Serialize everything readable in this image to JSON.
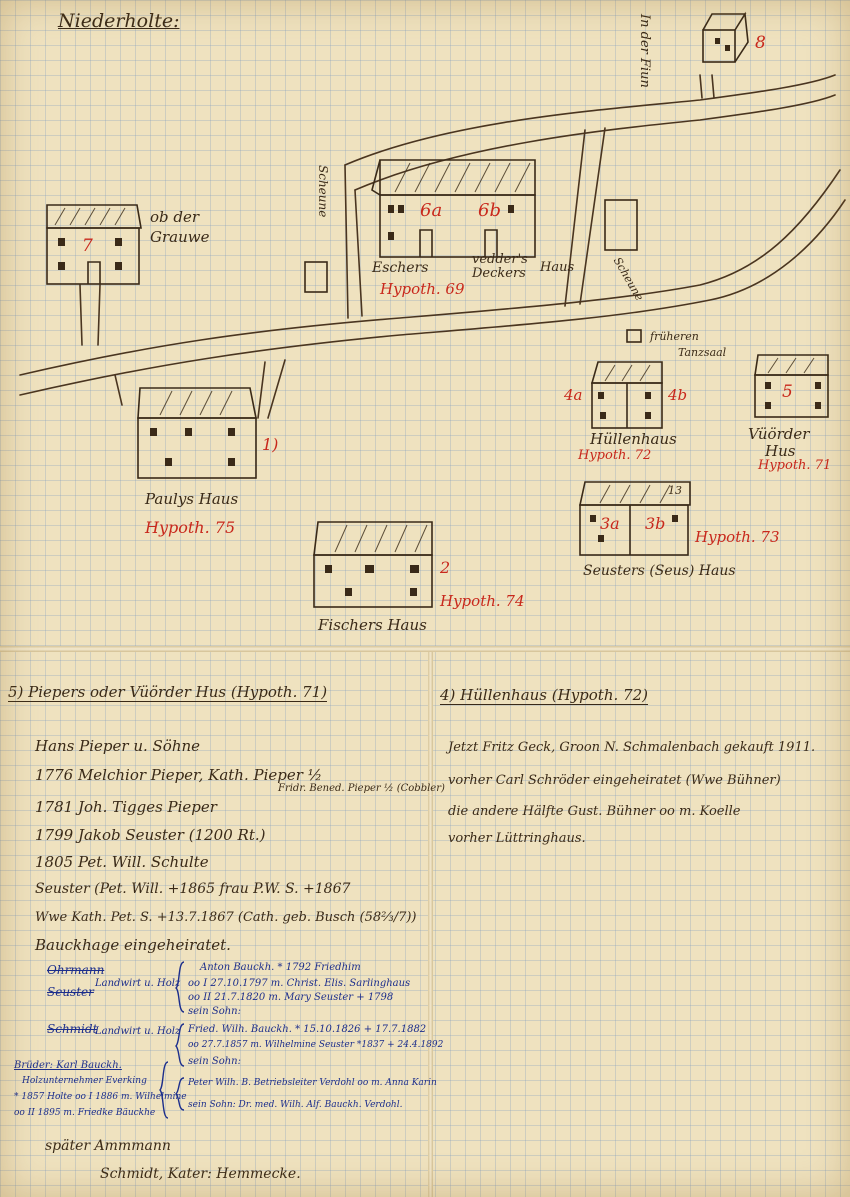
{
  "map": {
    "title": "Niederholte:",
    "labels": {
      "in_der_fiun": "In der Fiun",
      "num_8": "8",
      "ob_der_grauwe_1": "ob der",
      "ob_der_grauwe_2": "Grauwe",
      "num_7": "7",
      "scheune_1": "Scheune",
      "num_6a": "6a",
      "num_6b": "6b",
      "eschers": "Eschers",
      "vedders": "vedder's",
      "deckers": "Deckers",
      "haus_6": "Haus",
      "hypoth_69": "Hypoth. 69",
      "scheune_2": "Scheune",
      "frueherer_1": "früheren",
      "tanzsaal": "Tanzsaal",
      "num_4a": "4a",
      "num_4b": "4b",
      "huellenhaus": "Hüllenhaus",
      "hypoth_72": "Hypoth. 72",
      "num_5": "5",
      "vuorder": "Vüörder",
      "hus": "Hus",
      "hypoth_71": "Hypoth. 71",
      "num_1": "1)",
      "paulys_haus": "Paulys Haus",
      "hypoth_75": "Hypoth. 75",
      "num_3a": "3a",
      "num_3b": "3b",
      "num_13": "13",
      "hypoth_73": "Hypoth. 73",
      "seusters": "Seusters (Seus) Haus",
      "num_2": "2",
      "hypoth_74": "Hypoth. 74",
      "fischers_haus": "Fischers Haus"
    }
  },
  "left_page": {
    "heading": "5) Piepers oder Vüörder Hus (Hypoth. 71)",
    "lines": [
      "Hans Pieper u. Söhne",
      "1776 Melchior Pieper, Kath. Pieper ½",
      "1781 Joh. Tigges Pieper",
      "1799 Jakob Seuster (1200 Rt.)",
      "1805 Pet. Will. Schulte",
      "Seuster (Pet. Will. +1865 frau P.W. S. +1867",
      "Wwe Kath. Pet. S. +13.7.1867 (Cath. geb. Busch (58⅔/7))",
      "Bauckhage eingeheiratet."
    ],
    "note_right": "Fridr. Bened. Pieper ½ (Cobbler)",
    "blue_block": [
      "Anton Bauckh. * 1792 Friedhim",
      "oo I 27.10.1797 m. Christ. Elis. Sarlinghaus",
      "oo II 21.7.1820 m. Mary Seuster + 1798",
      "sein Sohn:",
      "Fried. Wilh. Bauckh. * 15.10.1826 + 17.7.1882",
      "oo 27.7.1857 m. Wilhelmine Seuster *1837 + 24.4.1892",
      "sein Sohn:",
      "Peter Wilh. B. Betriebsleiter Verdohl oo m. Anna Karin",
      "sein Sohn: Dr. med. Wilh. Alf. Bauckh. Verdohl."
    ],
    "blue_left": [
      "Landwirt u. Holz",
      "Landwirt u. Holz",
      "Brüder: Karl Bauckh.",
      "Holzunternehmer Everking",
      "* 1857 Holte oo I 1886 m. Wilhelmine",
      "oo II 1895 m. Friedke Bäuckhe"
    ],
    "crossed": [
      "Ohrmann",
      "Seuster",
      "Schmidt"
    ],
    "bottom_1": "später Ammmann",
    "bottom_2": "Schmidt, Kater: Hemmecke."
  },
  "right_page": {
    "heading": "4) Hüllenhaus (Hypoth. 72)",
    "lines": [
      "Jetzt Fritz Geck, Groon N. Schmalenbach gekauft 1911.",
      "vorher Carl Schröder eingeheiratet (Wwe Bühner)",
      "die andere Hälfte Gust. Bühner oo m. Koelle",
      "vorher Lüttringhaus."
    ]
  }
}
